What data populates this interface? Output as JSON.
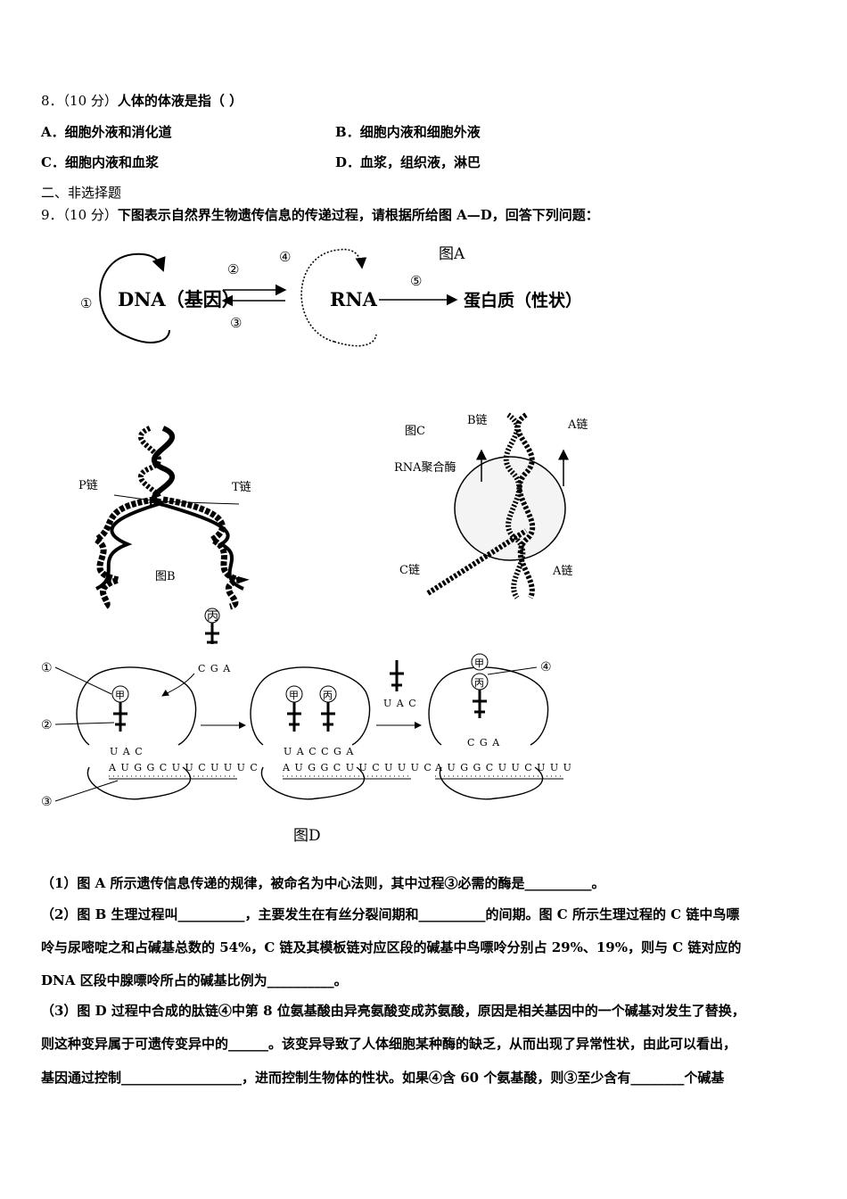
{
  "q8": {
    "number": "8．",
    "score": "（10 分）",
    "stem": "人体的体液是指（ ）",
    "opts": [
      {
        "letter": "A．",
        "text": "细胞外液和消化道"
      },
      {
        "letter": "B．",
        "text": "细胞内液和细胞外液"
      },
      {
        "letter": "C．",
        "text": "细胞内液和血浆"
      },
      {
        "letter": "D．",
        "text": "血浆，组织液，淋巴"
      }
    ]
  },
  "section2": "二、非选择题",
  "q9": {
    "number": "9．",
    "score": "（10 分）",
    "stem": "下图表示自然界生物遗传信息的传递过程，请根据所给图 A—D，回答下列问题："
  },
  "figA": {
    "title": "图A",
    "dna": "DNA（基因）",
    "rna": "RNA",
    "protein": "蛋白质（性状）",
    "c1": "①",
    "c2": "②",
    "c3": "③",
    "c4": "④",
    "c5": "⑤"
  },
  "figB": {
    "title": "图B",
    "p": "P链",
    "t": "T链"
  },
  "figC": {
    "title": "图C",
    "b": "B链",
    "a1": "A链",
    "c": "C链",
    "a2": "A链",
    "enzyme": "RNA聚合酶"
  },
  "figD": {
    "title": "图D",
    "c1": "①",
    "c2": "②",
    "c3": "③",
    "c4": "④",
    "bing": "丙",
    "jia": "甲",
    "cga": "C G A",
    "uac": "U A C",
    "s1_anti": "U A C",
    "s2_anti": "U A C C G A",
    "s3_anti": "C G A",
    "mrna": "A U G G C U U C U U U C"
  },
  "answers": {
    "p1": "（1）图 A 所示遗传信息传递的规律，被命名为中心法则，其中过程③必需的酶是__________。",
    "p2a": "（2）图 B 生理过程叫__________，主要发生在有丝分裂间期和__________的间期。图 C 所示生理过程的 C 链中鸟嘌",
    "p2b": "呤与尿嘧啶之和占碱基总数的 54%，C 链及其模板链对应区段的碱基中鸟嘌呤分别占 29%、19%，则与 C 链对应的",
    "p2c": "DNA 区段中腺嘌呤所占的碱基比例为__________。",
    "p3a": "（3）图 D 过程中合成的肽链④中第 8 位氨基酸由异亮氨酸变成苏氨酸，原因是相关基因中的一个碱基对发生了替换，",
    "p3b": "则这种变异属于可遗传变异中的______。该变异导致了人体细胞某种酶的缺乏，从而出现了异常性状，由此可以看出，",
    "p3c": "基因通过控制__________________，进而控制生物体的性状。如果④含 60 个氨基酸，则③至少含有________个碱基"
  }
}
